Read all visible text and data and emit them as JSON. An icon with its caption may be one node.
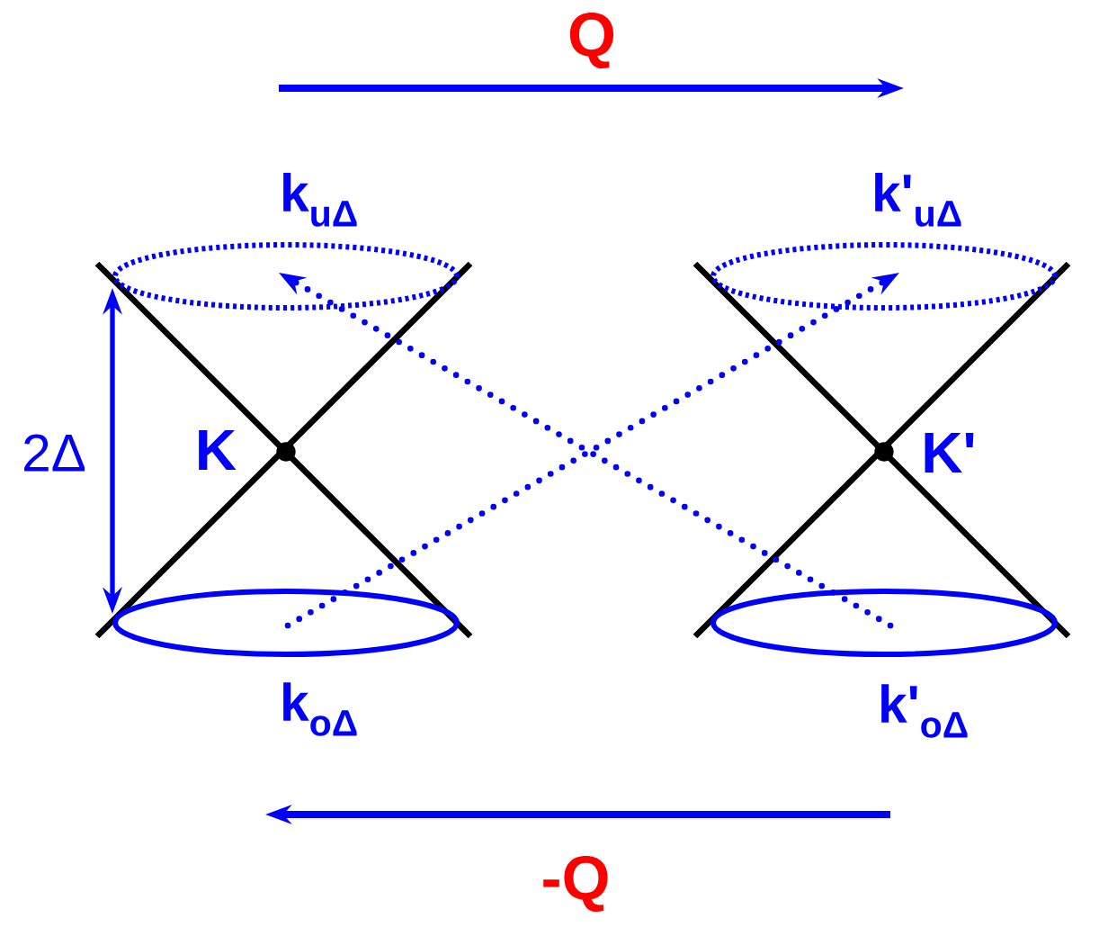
{
  "diagram": {
    "nodes": [
      {
        "text": [],
        "shape": "ellipse",
        "beside": [
          "k$_{uΔ}$"
        ]
      },
      {
        "text": [],
        "shape": "ellipse",
        "beside": [
          "k$_{oΔ}$"
        ]
      },
      {
        "text": [],
        "shape": "ellipse",
        "beside": [
          "k'$_{uΔ}$"
        ]
      },
      {
        "text": [],
        "shape": "ellipse",
        "beside": [
          "k'$_{oΔ}$"
        ]
      }
    ],
    "edges": [
      {
        "from": 1,
        "to": 2,
        "arrow": "to",
        "style": "dashed"
      },
      {
        "from": 3,
        "to": 0,
        "arrow": "to",
        "style": "dashed"
      }
    ],
    "labels": [
      "Q",
      "2Δ",
      "K",
      "K'",
      "-Q"
    ]
  }
}
